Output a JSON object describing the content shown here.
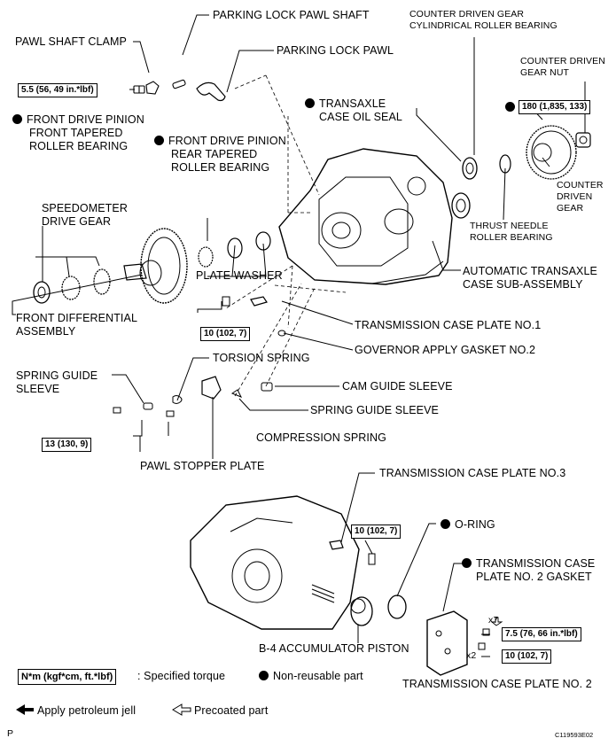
{
  "labels": {
    "parking_lock_pawl_shaft": "PARKING LOCK PAWL SHAFT",
    "pawl_shaft_clamp": "PAWL SHAFT CLAMP",
    "parking_lock_pawl": "PARKING LOCK PAWL",
    "counter_driven_gear_bearing_1": "COUNTER DRIVEN GEAR",
    "counter_driven_gear_bearing_2": "CYLINDRICAL ROLLER BEARING",
    "counter_driven_gear_nut_1": "COUNTER DRIVEN",
    "counter_driven_gear_nut_2": "GEAR NUT",
    "front_pinion_front_1": "FRONT DRIVE PINION",
    "front_pinion_front_2": "FRONT TAPERED",
    "front_pinion_front_3": "ROLLER BEARING",
    "transaxle_oil_seal_1": "TRANSAXLE",
    "transaxle_oil_seal_2": "CASE OIL SEAL",
    "front_pinion_rear_1": "FRONT DRIVE PINION",
    "front_pinion_rear_2": "REAR TAPERED",
    "front_pinion_rear_3": "ROLLER BEARING",
    "counter_driven_gear_1": "COUNTER",
    "counter_driven_gear_2": "DRIVEN",
    "counter_driven_gear_3": "GEAR",
    "speedometer_1": "SPEEDOMETER",
    "speedometer_2": "DRIVE GEAR",
    "thrust_needle_1": "THRUST NEEDLE",
    "thrust_needle_2": "ROLLER BEARING",
    "plate_washer": "PLATE WASHER",
    "auto_transaxle_case_1": "AUTOMATIC TRANSAXLE",
    "auto_transaxle_case_2": "CASE SUB-ASSEMBLY",
    "front_differential_1": "FRONT DIFFERENTIAL",
    "front_differential_2": "ASSEMBLY",
    "transmission_case_plate_1": "TRANSMISSION CASE PLATE NO.1",
    "governor_gasket": "GOVERNOR APPLY GASKET NO.2",
    "spring_guide_sleeve_left_1": "SPRING GUIDE",
    "spring_guide_sleeve_left_2": "SLEEVE",
    "torsion_spring": "TORSION SPRING",
    "cam_guide_sleeve": "CAM GUIDE SLEEVE",
    "spring_guide_sleeve_right": "SPRING GUIDE SLEEVE",
    "compression_spring": "COMPRESSION SPRING",
    "pawl_stopper_plate": "PAWL STOPPER PLATE",
    "transmission_case_plate_3": "TRANSMISSION CASE PLATE NO.3",
    "o_ring": "O-RING",
    "plate2_gasket_1": "TRANSMISSION CASE",
    "plate2_gasket_2": "PLATE NO. 2 GASKET",
    "x7": "x7",
    "x2": "x2",
    "b4_piston": "B-4 ACCUMULATOR PISTON",
    "transmission_case_plate_2": "TRANSMISSION CASE PLATE NO. 2"
  },
  "torques": {
    "pawl_clamp": "5.5 (56, 49 in.*lbf)",
    "counter_nut": "180 (1,835, 133)",
    "case_plate_1": "10 (102, 7)",
    "stopper_plate": "13 (130, 9)",
    "case_plate_3": "10 (102, 7)",
    "plate2_x7": "7.5 (76, 66 in.*lbf)",
    "plate2_x2": "10 (102, 7)"
  },
  "legend": {
    "torque_box": "N*m (kgf*cm, ft.*lbf)",
    "torque_text": ": Specified torque",
    "nonreusable": "Non-reusable part",
    "petroleum": "Apply petroleum jell",
    "precoated": "Precoated part"
  },
  "footer": {
    "page_letter": "P",
    "figure_code": "C119593E02"
  }
}
